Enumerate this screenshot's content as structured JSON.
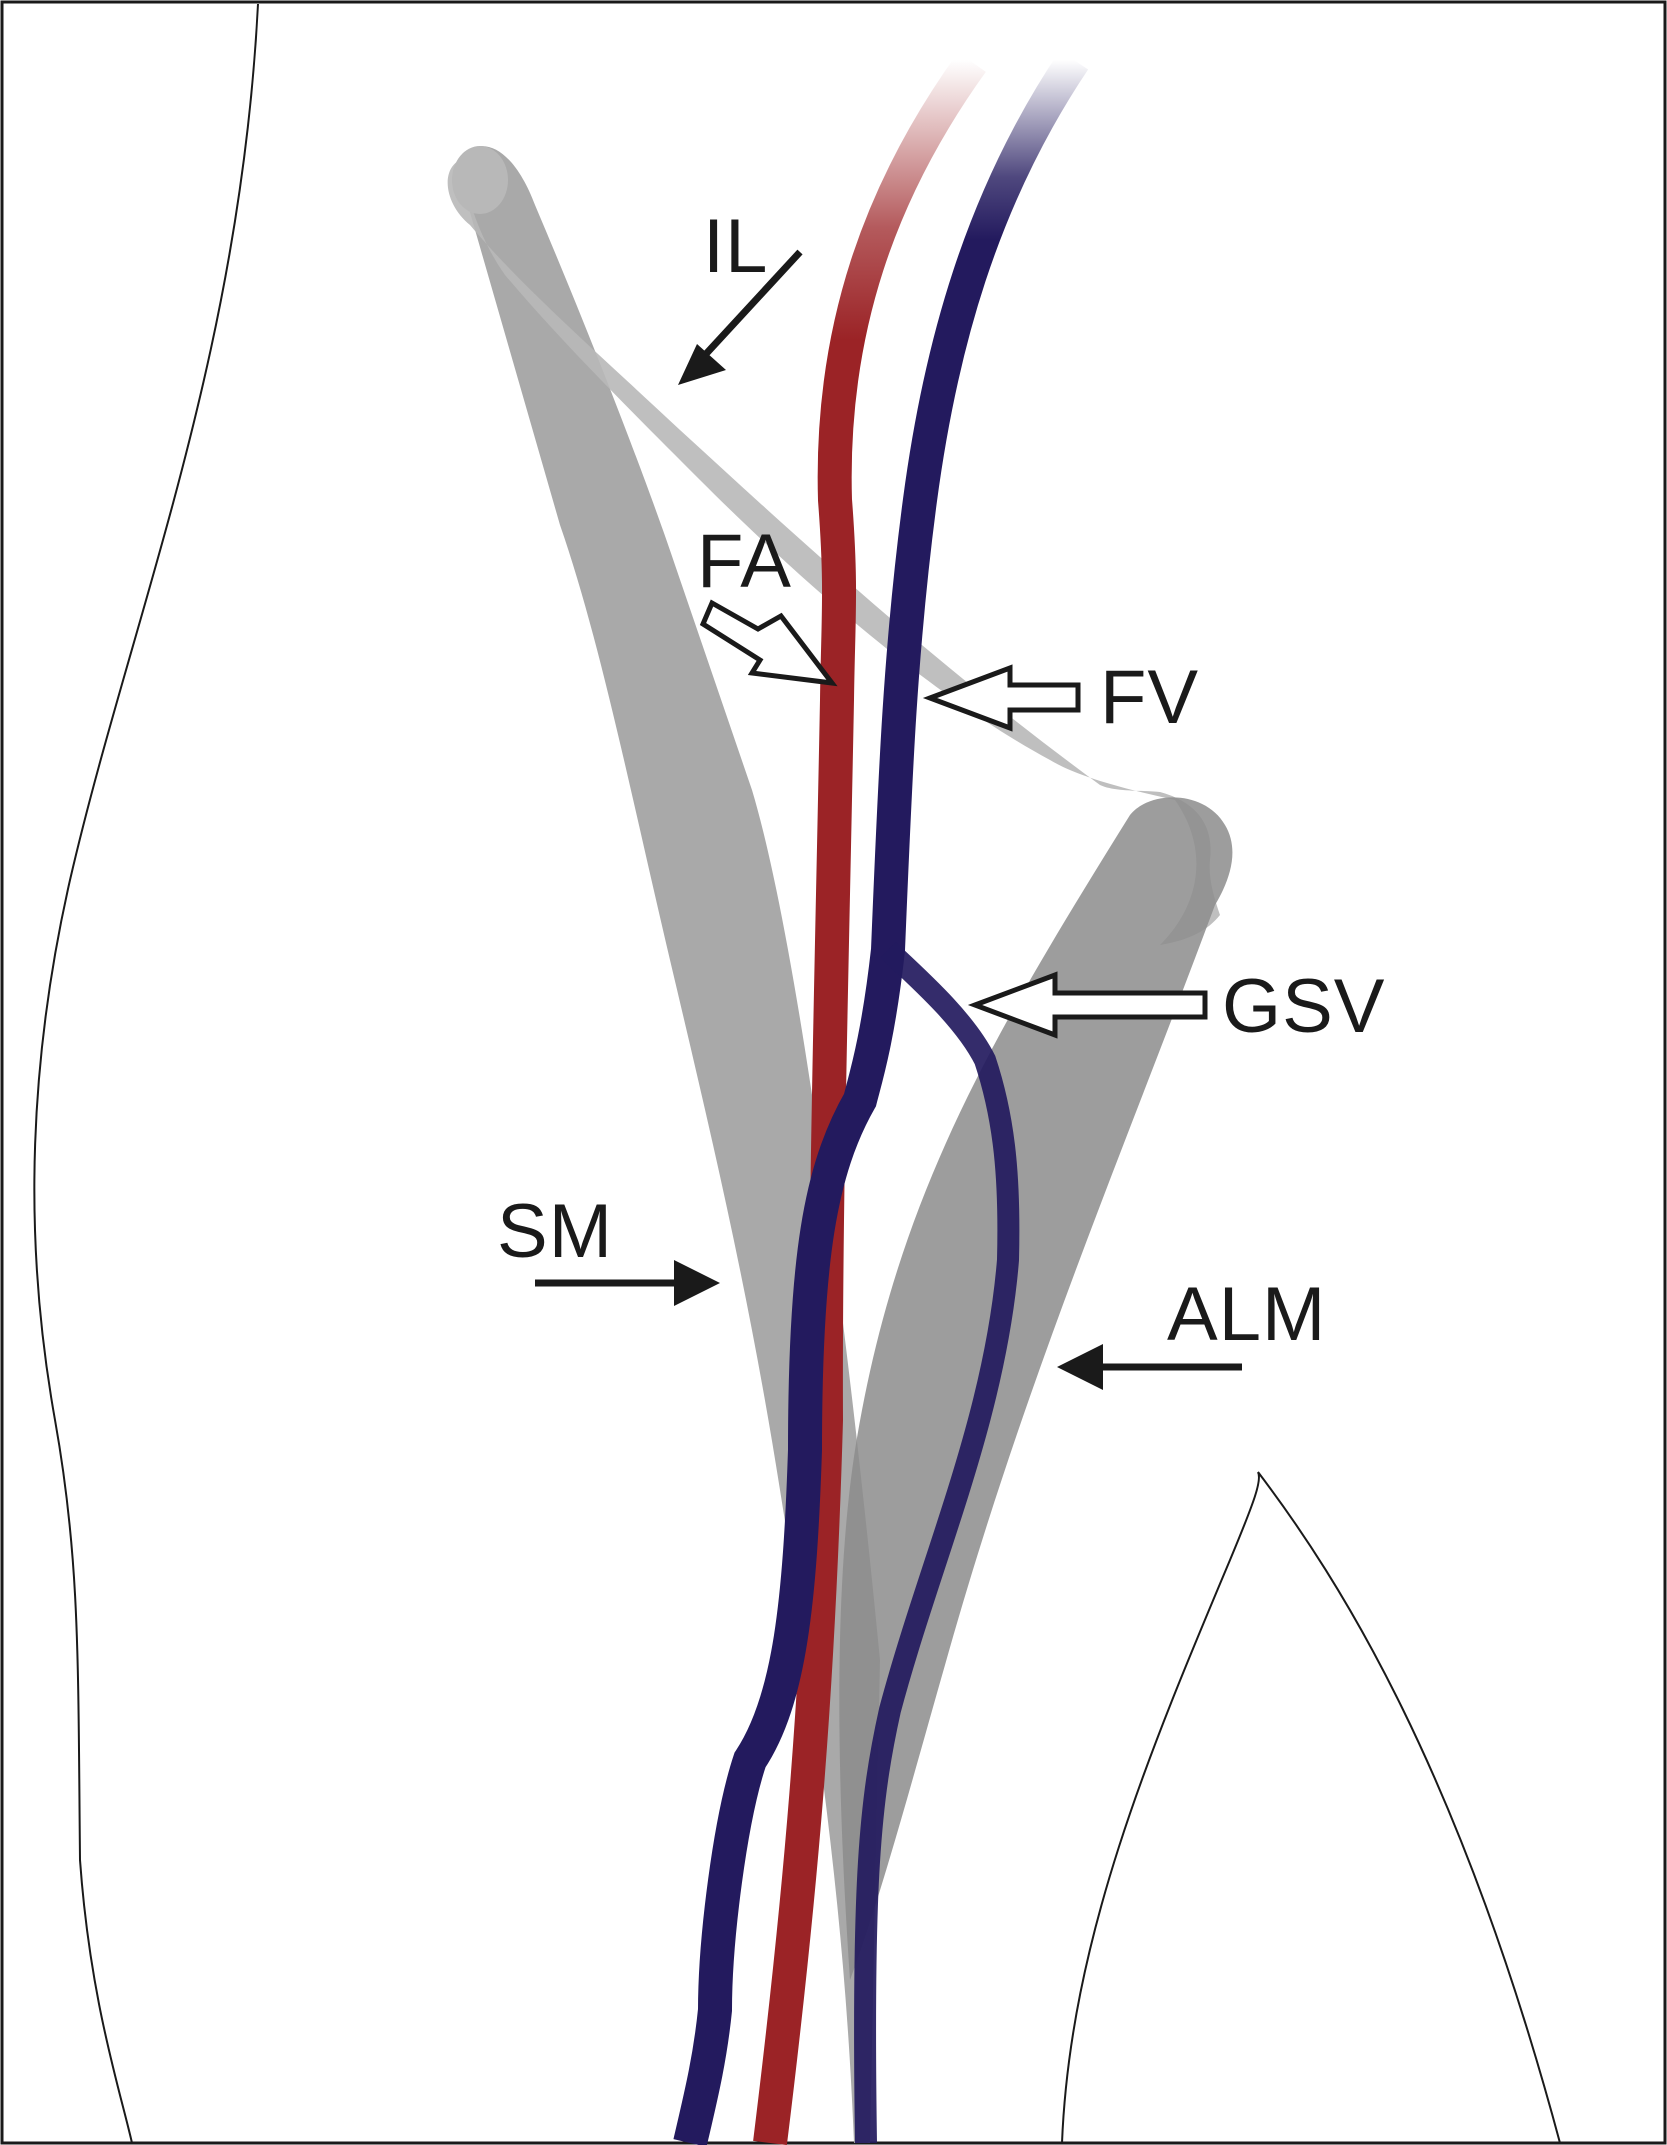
{
  "labels": {
    "il": "IL",
    "fa": "FA",
    "fv": "FV",
    "gsv": "GSV",
    "sm": "SM",
    "alm": "ALM"
  },
  "colors": {
    "artery_red": "#9b2326",
    "vein_navy": "#231a5e",
    "muscle_gray": "#a3a3a3",
    "ligament_gray": "#b5b5b5",
    "outline_black": "#1a1a1a",
    "background": "#ffffff"
  },
  "icons": {
    "solid_arrow": "solid-arrow-icon",
    "hollow_arrow": "hollow-arrow-icon"
  }
}
